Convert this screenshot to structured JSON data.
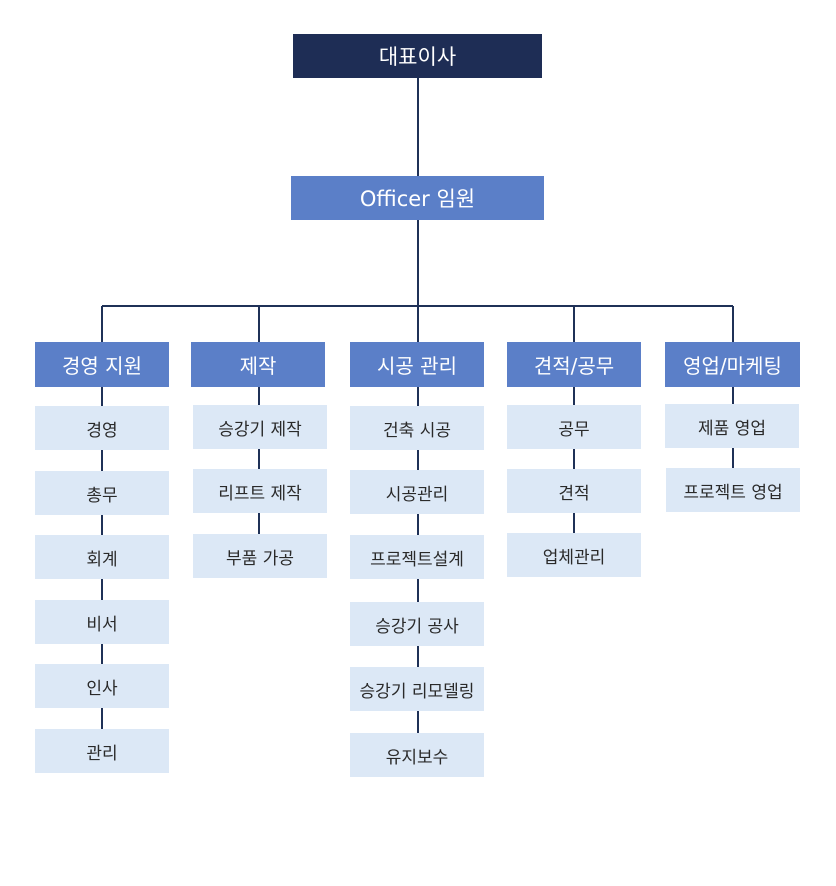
{
  "ceo": {
    "label": "대표이사"
  },
  "officer": {
    "label": "Officer 임원"
  },
  "departments": [
    {
      "label": "경영 지원",
      "items": [
        "경영",
        "총무",
        "회계",
        "비서",
        "인사",
        "관리"
      ]
    },
    {
      "label": "제작",
      "items": [
        "승강기 제작",
        "리프트 제작",
        "부품 가공"
      ]
    },
    {
      "label": "시공 관리",
      "items": [
        "건축 시공",
        "시공관리",
        "프로젝트설계",
        "승강기 공사",
        "승강기 리모델링",
        "유지보수"
      ]
    },
    {
      "label": "견적/공무",
      "items": [
        "공무",
        "견적",
        "업체관리"
      ]
    },
    {
      "label": "영업/마케팅",
      "items": [
        "제품 영업",
        "프로젝트 영업"
      ]
    }
  ],
  "colors": {
    "ceo": "#1e2d55",
    "department": "#5b7fc8",
    "item": "#dce8f6",
    "line": "#1f3157"
  }
}
